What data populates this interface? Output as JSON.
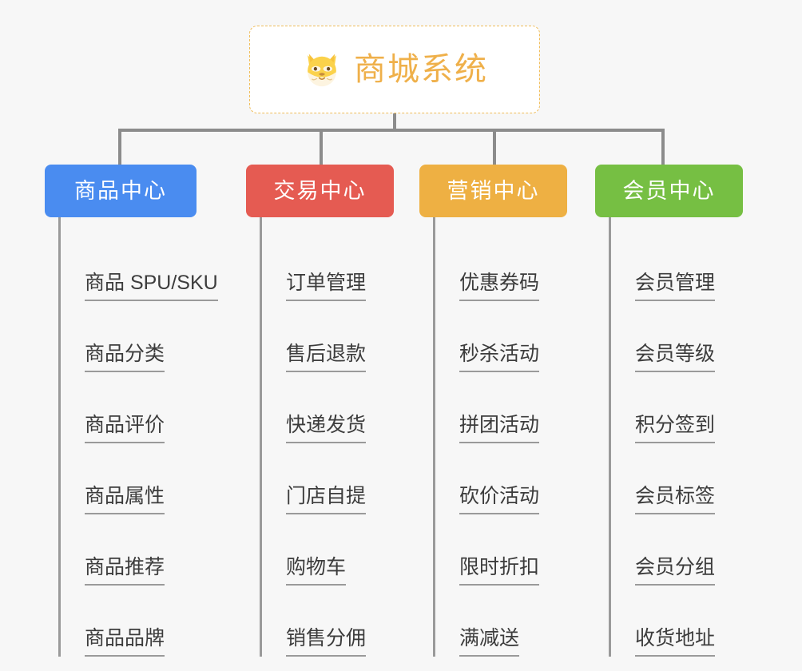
{
  "diagram": {
    "background_color": "#f7f7f7",
    "line_color": "#8c8c8c",
    "root": {
      "title": "商城系统",
      "icon": "shiba-dog-icon",
      "text_color": "#efb04a",
      "border_color": "#f0bd5a",
      "background_color": "#ffffff"
    },
    "categories": [
      {
        "label": "商品中心",
        "color": "#4a8cf0",
        "items": [
          "商品 SPU/SKU",
          "商品分类",
          "商品评价",
          "商品属性",
          "商品推荐",
          "商品品牌"
        ]
      },
      {
        "label": "交易中心",
        "color": "#e55b52",
        "items": [
          "订单管理",
          "售后退款",
          "快递发货",
          "门店自提",
          "购物车",
          "销售分佣"
        ]
      },
      {
        "label": "营销中心",
        "color": "#eeb043",
        "items": [
          "优惠券码",
          "秒杀活动",
          "拼团活动",
          "砍价活动",
          "限时折扣",
          "满减送"
        ]
      },
      {
        "label": "会员中心",
        "color": "#76bf43",
        "items": [
          "会员管理",
          "会员等级",
          "积分签到",
          "会员标签",
          "会员分组",
          "收货地址"
        ]
      }
    ]
  }
}
